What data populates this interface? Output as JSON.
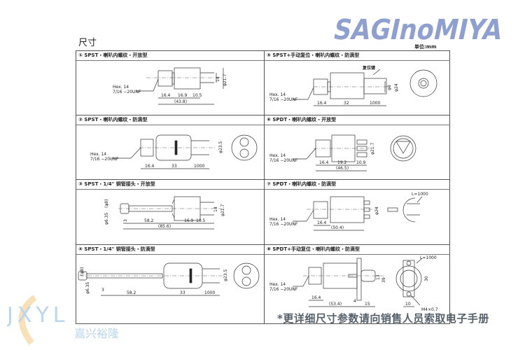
{
  "title": "尺寸",
  "unit": "单位:mm",
  "logo": "SAGInoMIYA",
  "watermark": {
    "letters": "JXYL",
    "name": "嘉兴裕隆"
  },
  "note": "*更详细尺寸参数请向销售人员索取电子手册",
  "colors": {
    "logo": "#8f9fcf",
    "watermark": "#b9d6ec",
    "watermark_swoosh": "#f6d9a8"
  },
  "cells": [
    {
      "title": "① SPST・喇叭内螺纹・开放型",
      "hex": "Hex. 14",
      "thread": "7/16 −20UNF",
      "dims": [
        "16.4",
        "16.9",
        "10.5",
        "(43.8)",
        "14",
        "φ21.7"
      ]
    },
    {
      "title": "② SPST・喇叭内螺纹・防滴型",
      "hex": "Hex. 14",
      "thread": "7/16 −20UNF",
      "dims": [
        "16.4",
        "33",
        "1000",
        "φ23.5"
      ]
    },
    {
      "title": "③ SPST・1/4\" 铜管接头・开放型",
      "dims": [
        "(φ8)",
        "φ6.35",
        "3",
        "58.2",
        "16.9",
        "10.5",
        "(85.6)",
        "14",
        "φ21.7"
      ]
    },
    {
      "title": "④ SPST・1/4\" 铜管接头・防滴型",
      "dims": [
        "(φ8)",
        "φ6.35",
        "3",
        "58.2",
        "33",
        "1000",
        "φ23.5"
      ]
    },
    {
      "title": "⑤ SPST+手动复位・喇叭内螺纹・防滴型",
      "hex": "Hex. 14",
      "thread": "7/16 −20UNF",
      "callout": "复位键",
      "dims": [
        "16.4",
        "32",
        "1000",
        "φ8",
        "φ24"
      ]
    },
    {
      "title": "⑥ SPDT・喇叭内螺纹・开放型",
      "hex": "Hex. 14",
      "thread": "7/16 −20UNF",
      "dims": [
        "16.4",
        "19.2",
        "10.9",
        "(46.5)",
        "φ21.7"
      ]
    },
    {
      "title": "⑦ SPDT・喇叭内螺纹・防滴型",
      "hex": "Hex. 14",
      "thread": "7/16 −20UNF",
      "dims": [
        "16.4",
        "(50.4)",
        "φ24",
        "L=1000"
      ]
    },
    {
      "title": "⑧ SPDT+手动复位・喇叭内螺纹・防滴型",
      "hex": "Hex. 14",
      "thread": "7/16 −20UNF",
      "dims": [
        "16.4",
        "(53.4)",
        "4",
        "15",
        "13",
        "39",
        "30",
        "10",
        "M4×0.7",
        "L=1000"
      ]
    }
  ]
}
